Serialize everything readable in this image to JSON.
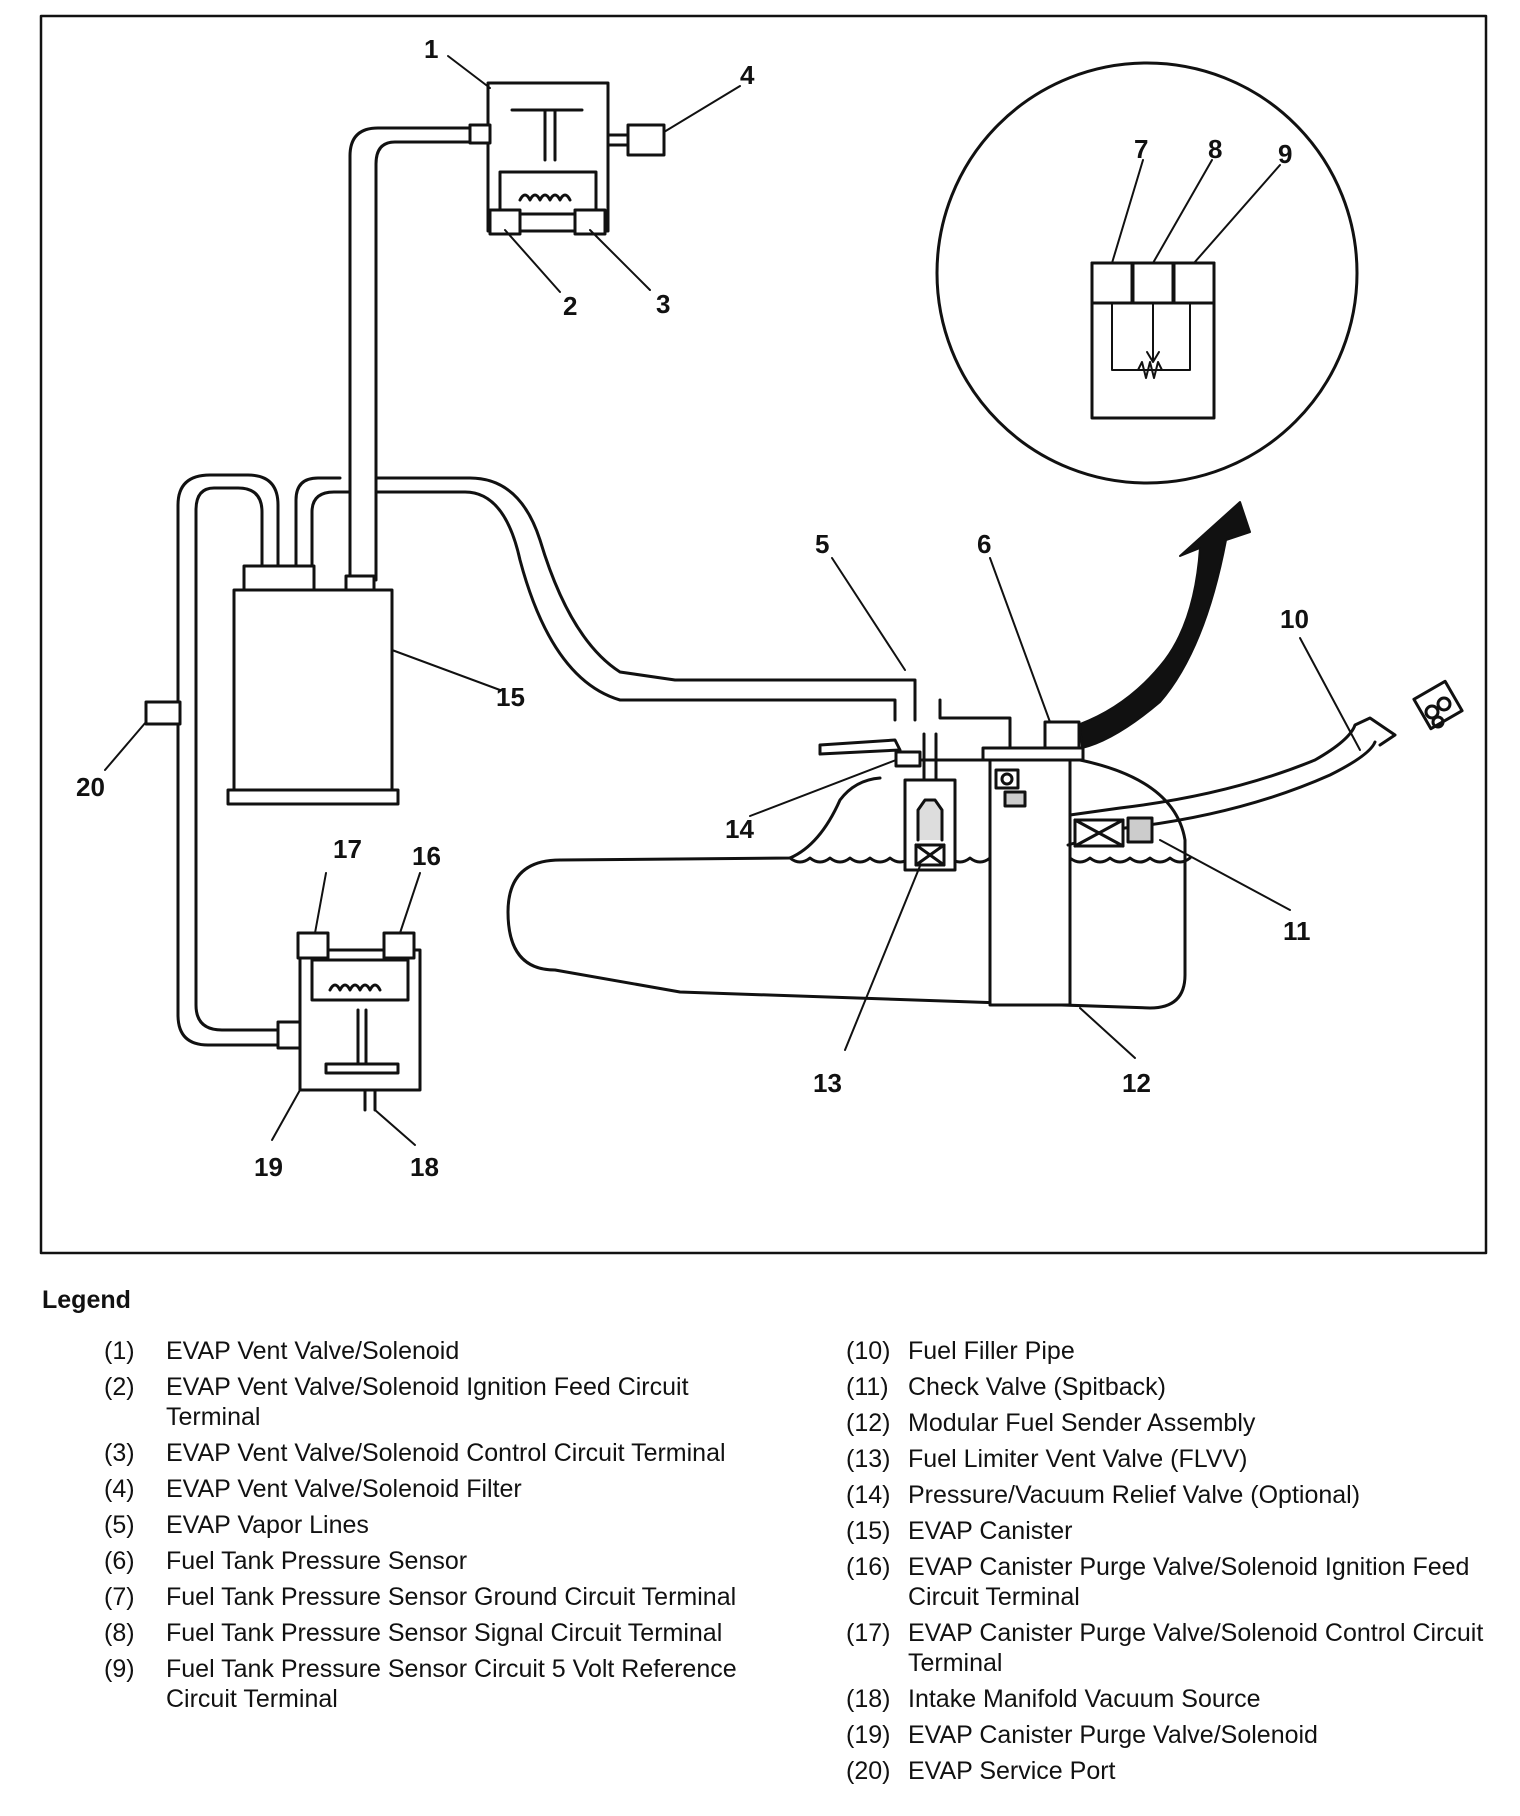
{
  "callouts": {
    "c1": "1",
    "c2": "2",
    "c3": "3",
    "c4": "4",
    "c5": "5",
    "c6": "6",
    "c7": "7",
    "c8": "8",
    "c9": "9",
    "c10": "10",
    "c11": "11",
    "c12": "12",
    "c13": "13",
    "c14": "14",
    "c15": "15",
    "c16": "16",
    "c17": "17",
    "c18": "18",
    "c19": "19",
    "c20": "20"
  },
  "legend": {
    "title": "Legend",
    "left": [
      {
        "num": "(1)",
        "text": "EVAP Vent Valve/Solenoid"
      },
      {
        "num": "(2)",
        "text": "EVAP Vent Valve/Solenoid Ignition Feed Circuit Terminal"
      },
      {
        "num": "(3)",
        "text": "EVAP Vent Valve/Solenoid Control Circuit Terminal"
      },
      {
        "num": "(4)",
        "text": "EVAP Vent Valve/Solenoid Filter"
      },
      {
        "num": "(5)",
        "text": "EVAP Vapor Lines"
      },
      {
        "num": "(6)",
        "text": "Fuel Tank Pressure Sensor"
      },
      {
        "num": "(7)",
        "text": "Fuel Tank Pressure Sensor Ground Circuit Terminal"
      },
      {
        "num": "(8)",
        "text": "Fuel Tank Pressure Sensor Signal Circuit Terminal"
      },
      {
        "num": "(9)",
        "text": "Fuel Tank Pressure Sensor Circuit 5 Volt Reference Circuit Terminal"
      }
    ],
    "right": [
      {
        "num": "(10)",
        "text": "Fuel Filler Pipe"
      },
      {
        "num": "(11)",
        "text": "Check Valve (Spitback)"
      },
      {
        "num": "(12)",
        "text": "Modular Fuel Sender Assembly"
      },
      {
        "num": "(13)",
        "text": "Fuel Limiter Vent Valve (FLVV)"
      },
      {
        "num": "(14)",
        "text": "Pressure/Vacuum Relief Valve (Optional)"
      },
      {
        "num": "(15)",
        "text": "EVAP Canister"
      },
      {
        "num": "(16)",
        "text": "EVAP Canister Purge Valve/Solenoid Ignition Feed Circuit Terminal"
      },
      {
        "num": "(17)",
        "text": "EVAP Canister Purge Valve/Solenoid Control Circuit Terminal"
      },
      {
        "num": "(18)",
        "text": "Intake Manifold Vacuum Source"
      },
      {
        "num": "(19)",
        "text": "EVAP Canister Purge Valve/Solenoid"
      },
      {
        "num": "(20)",
        "text": "EVAP Service Port"
      }
    ]
  }
}
